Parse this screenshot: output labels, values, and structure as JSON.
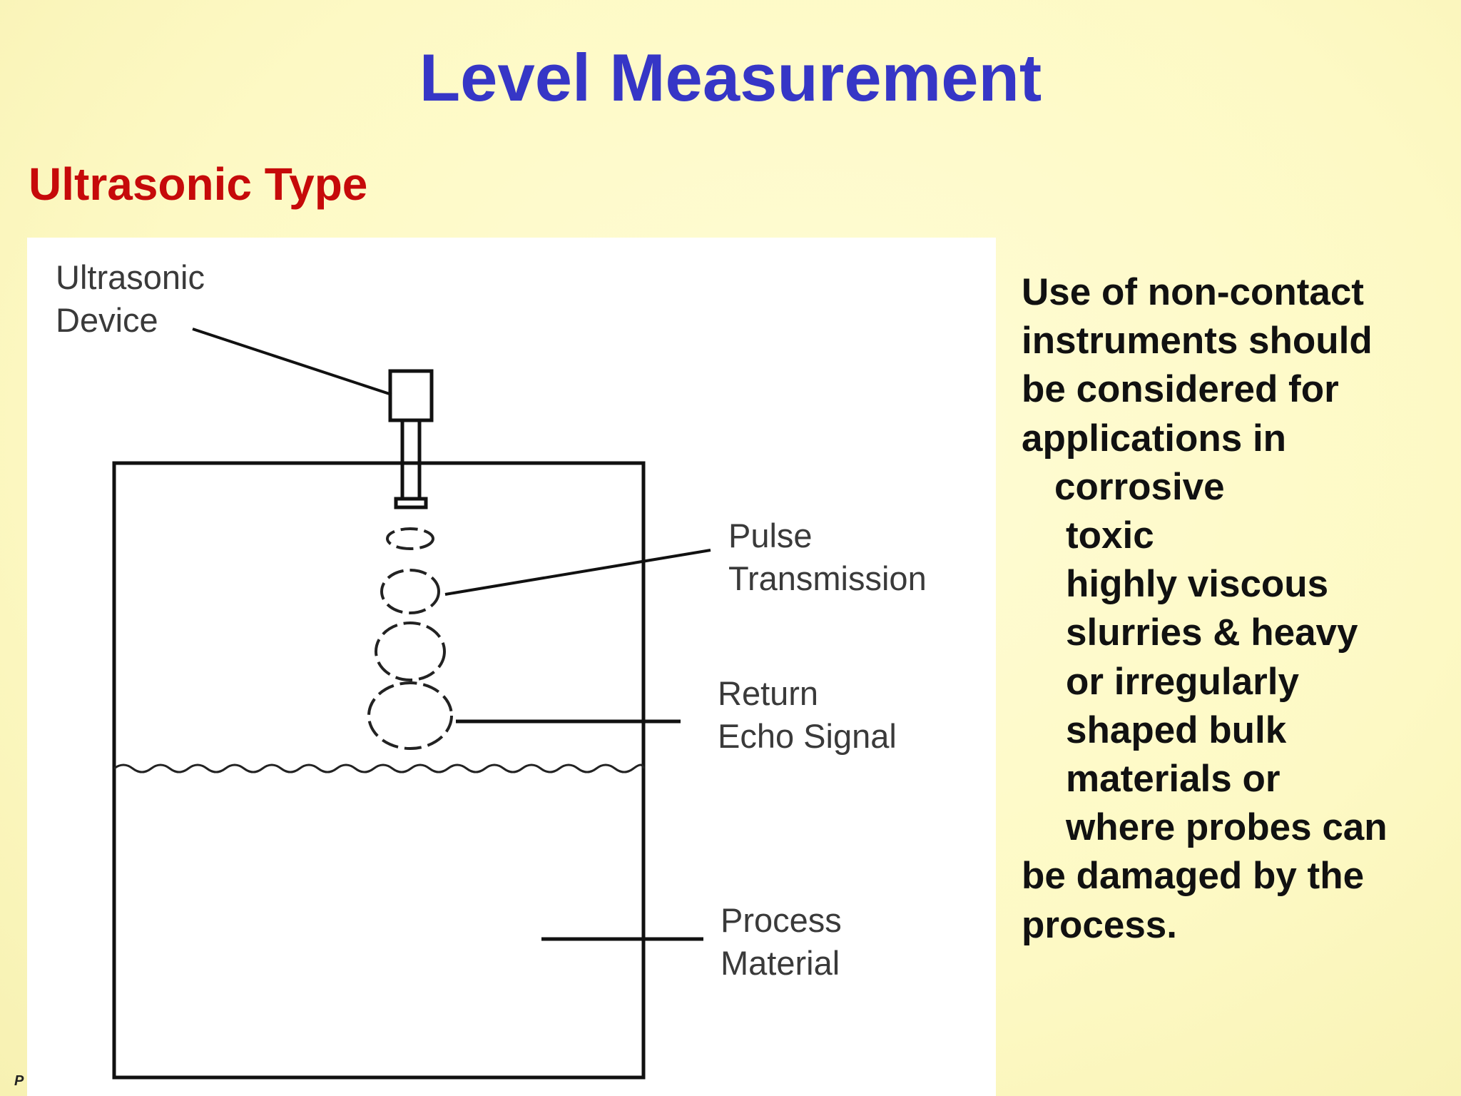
{
  "slide": {
    "title": "Level Measurement",
    "subtitle": "Ultrasonic Type",
    "footer_mark": "P",
    "colors": {
      "title": "#3636c6",
      "subtitle": "#c60a0a",
      "background": "#fdf9c4",
      "diagram_background": "#ffffff",
      "body_text": "#111111"
    }
  },
  "diagram": {
    "labels": {
      "device_line1": "Ultrasonic",
      "device_line2": "Device",
      "pulse_line1": "Pulse",
      "pulse_line2": "Transmission",
      "echo_line1": "Return",
      "echo_line2": "Echo Signal",
      "material_line1": "Process",
      "material_line2": "Material"
    }
  },
  "body": {
    "lines": [
      "Use of non-contact",
      "instruments should",
      "be considered for",
      "applications in",
      "corrosive",
      "toxic",
      "highly viscous",
      "slurries & heavy",
      "or irregularly",
      "shaped bulk",
      "materials or",
      "where probes can",
      "be damaged by the",
      "process."
    ]
  }
}
